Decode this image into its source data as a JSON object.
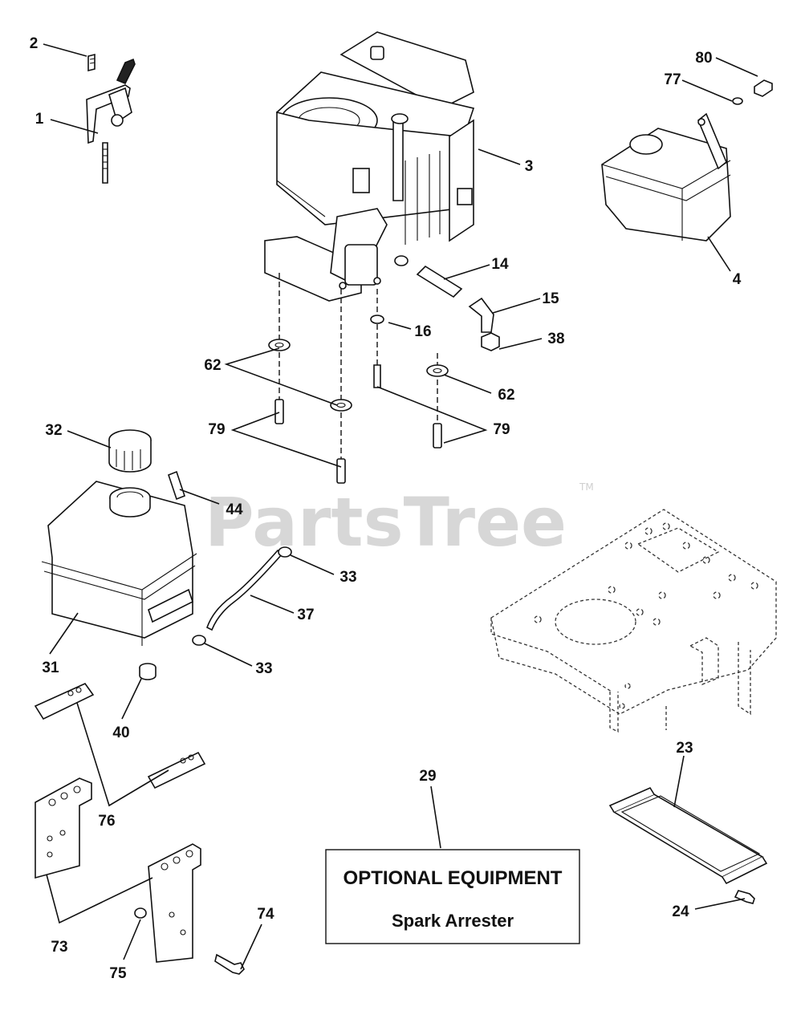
{
  "watermark": {
    "text": "PartsTree",
    "trademark": "TM"
  },
  "optional_box": {
    "title": "OPTIONAL EQUIPMENT",
    "subtitle": "Spark Arrester"
  },
  "callouts": [
    {
      "id": "c1",
      "label": "1"
    },
    {
      "id": "c2",
      "label": "2"
    },
    {
      "id": "c3",
      "label": "3"
    },
    {
      "id": "c4",
      "label": "4"
    },
    {
      "id": "c14",
      "label": "14"
    },
    {
      "id": "c15",
      "label": "15"
    },
    {
      "id": "c16",
      "label": "16"
    },
    {
      "id": "c23",
      "label": "23"
    },
    {
      "id": "c24",
      "label": "24"
    },
    {
      "id": "c29",
      "label": "29"
    },
    {
      "id": "c31",
      "label": "31"
    },
    {
      "id": "c32",
      "label": "32"
    },
    {
      "id": "c33a",
      "label": "33"
    },
    {
      "id": "c33b",
      "label": "33"
    },
    {
      "id": "c37",
      "label": "37"
    },
    {
      "id": "c38",
      "label": "38"
    },
    {
      "id": "c40",
      "label": "40"
    },
    {
      "id": "c44",
      "label": "44"
    },
    {
      "id": "c62a",
      "label": "62"
    },
    {
      "id": "c62b",
      "label": "62"
    },
    {
      "id": "c73",
      "label": "73"
    },
    {
      "id": "c74",
      "label": "74"
    },
    {
      "id": "c75",
      "label": "75"
    },
    {
      "id": "c76",
      "label": "76"
    },
    {
      "id": "c77",
      "label": "77"
    },
    {
      "id": "c79a",
      "label": "79"
    },
    {
      "id": "c79b",
      "label": "79"
    },
    {
      "id": "c80",
      "label": "80"
    }
  ]
}
